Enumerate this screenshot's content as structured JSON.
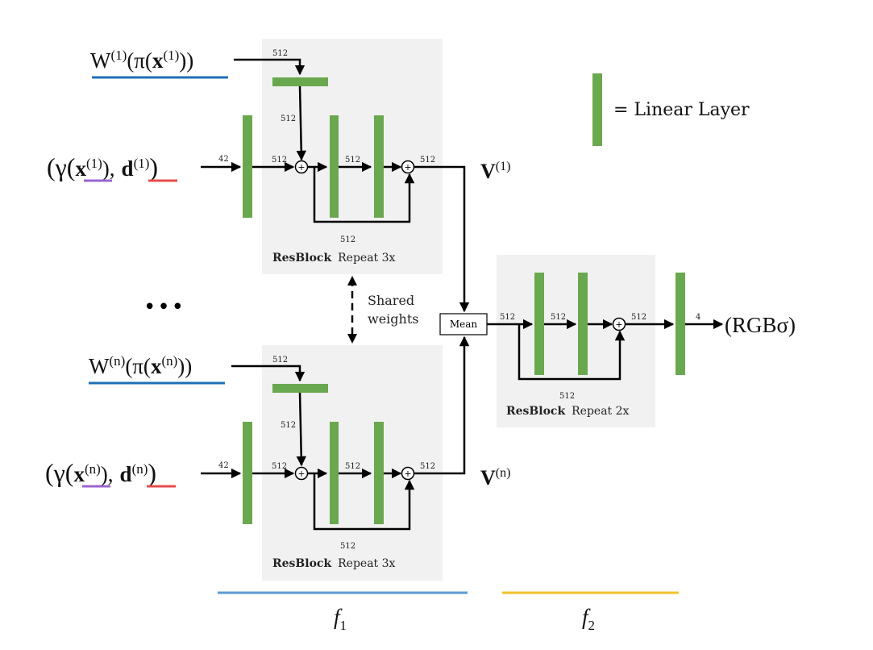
{
  "legend": {
    "label": "= Linear Layer",
    "layer_color": "#6aa84f"
  },
  "inputs": {
    "top_feat": {
      "W": "W",
      "sup": "(1)",
      "pi": "(π(",
      "x": "x",
      "close": "))"
    },
    "top_pos": {
      "open": "(γ(",
      "x": "x",
      "sup1": "(1)",
      "comma": "),",
      "d": "d",
      "sup2": "(1)",
      "close": ")"
    },
    "bot_feat": {
      "W": "W",
      "sup": "(n)",
      "pi": "(π(",
      "x": "x",
      "close": "))"
    },
    "bot_pos": {
      "open": "(γ(",
      "x": "x",
      "sup1": "(n)",
      "comma": "),",
      "d": "d",
      "sup2": "(n)",
      "close": ")"
    }
  },
  "dims": {
    "in": "42",
    "hidden": "512",
    "out": "4"
  },
  "resblock_f1": {
    "name": "ResBlock",
    "repeat": "Repeat 3x"
  },
  "resblock_f2": {
    "name": "ResBlock",
    "repeat": "Repeat 2x"
  },
  "outputs": {
    "V": "V",
    "v1_sup": "(1)",
    "vn_sup": "(n)",
    "rgb": "(RGBσ)"
  },
  "mean": "Mean",
  "shared": {
    "line1": "Shared",
    "line2": "weights"
  },
  "ellipsis": "•••",
  "stages": {
    "f1": {
      "f": "f",
      "sub": "1",
      "color": "#5b9bd5"
    },
    "f2": {
      "f": "f",
      "sub": "2",
      "color": "#f2c12e"
    }
  },
  "underline_colors": {
    "feature": "#1f6fb4",
    "x": "#9966cc",
    "d": "#e74c4c"
  }
}
